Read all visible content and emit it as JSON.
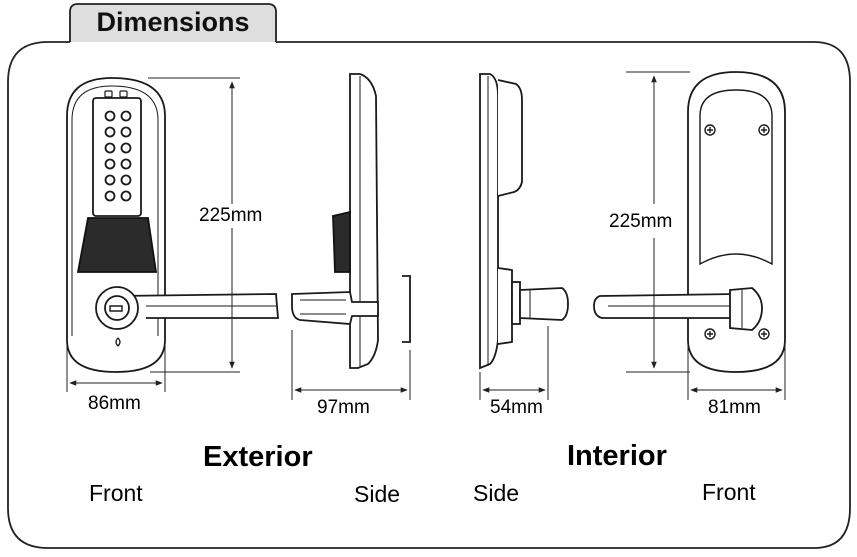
{
  "title": "Dimensions",
  "dimensions": {
    "exterior_front_height": "225mm",
    "exterior_front_width": "86mm",
    "exterior_side_depth": "97mm",
    "interior_side_depth": "54mm",
    "interior_front_height": "225mm",
    "interior_front_width": "81mm"
  },
  "sections": {
    "exterior": "Exterior",
    "interior": "Interior"
  },
  "views": {
    "exterior_front": "Front",
    "exterior_side": "Side",
    "interior_side": "Side",
    "interior_front": "Front"
  },
  "colors": {
    "tab_fill": "#dedede",
    "grip": "#2b2b2b",
    "outline": "#1a1a1a"
  }
}
